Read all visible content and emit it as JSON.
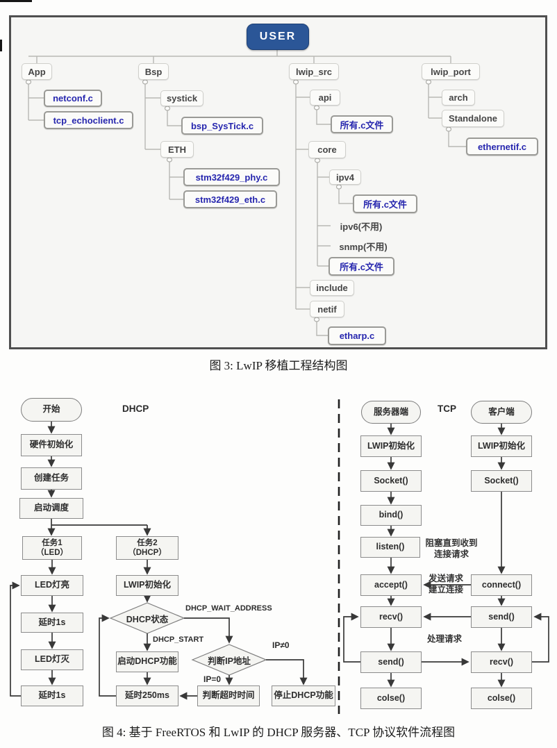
{
  "page": {
    "fig3_caption": "图 3: LwIP 移植工程结构图",
    "fig4_caption": "图 4: 基于 FreeRTOS 和 LwIP 的 DHCP 服务器、TCP 协议软件流程图"
  },
  "colors": {
    "user_box_blue": "#2b5697",
    "file_text_blue": "#2626ae",
    "frame_border": "#4f4f4f",
    "arrow_dark": "#383838",
    "tree_line_gray": "#b8b8b4"
  },
  "fig3": {
    "user": "USER",
    "app": "App",
    "netconf": "netconf.c",
    "tcp_echoclient": "tcp_echoclient.c",
    "bsp": "Bsp",
    "systick": "systick",
    "bsp_systick": "bsp_SysTick.c",
    "eth": "ETH",
    "stm32_phy": "stm32f429_phy.c",
    "stm32_eth": "stm32f429_eth.c",
    "lwip_src": "lwip_src",
    "api": "api",
    "all_c_1": "所有.c文件",
    "core": "core",
    "ipv4": "ipv4",
    "all_c_2": "所有.c文件",
    "ipv6": "ipv6(不用)",
    "snmp": "snmp(不用)",
    "all_c_3": "所有.c文件",
    "include": "include",
    "netif": "netif",
    "etharp": "etharp.c",
    "lwip_port": "lwip_port",
    "arch": "arch",
    "standalone": "Standalone",
    "ethernetif": "ethernetif.c"
  },
  "fig4": {
    "dhcp_title": "DHCP",
    "tcp_title": "TCP",
    "start": "开始",
    "hw_init": "硬件初始化",
    "create_task": "创建任务",
    "start_sched": "启动调度",
    "task1_l1": "任务1",
    "task1_l2": "（LED）",
    "task2_l1": "任务2",
    "task2_l2": "（DHCP）",
    "led_on": "LED灯亮",
    "delay_1s_a": "延时1s",
    "led_off": "LED灯灭",
    "delay_1s_b": "延时1s",
    "lwip_init_task": "LWIP初始化",
    "dhcp_state": "DHCP状态",
    "dhcp_wait_label": "DHCP_WAIT_ADDRESS",
    "dhcp_start_label": "DHCP_START",
    "start_dhcp": "启动DHCP功能",
    "delay_250ms": "延时250ms",
    "judge_ip": "判断IP地址",
    "ip_ne_0": "IP≠0",
    "ip_eq_0": "IP=0",
    "judge_timeout": "判断超时时间",
    "stop_dhcp": "停止DHCP功能",
    "server": "服务器端",
    "client": "客户端",
    "srv_lwip_init": "LWIP初始化",
    "cli_lwip_init": "LWIP初始化",
    "srv_socket": "Socket()",
    "cli_socket": "Socket()",
    "bind": "bind()",
    "listen": "listen()",
    "block_note_l1": "阻塞直到收到",
    "block_note_l2": "连接请求",
    "accept": "accept()",
    "connect": "connect()",
    "send_req_l1": "发送请求",
    "send_req_l2": "建立连接",
    "srv_recv": "recv()",
    "cli_send": "send()",
    "handle_req": "处理请求",
    "srv_send": "send()",
    "cli_recv": "recv()",
    "srv_close": "colse()",
    "cli_close": "colse()"
  }
}
